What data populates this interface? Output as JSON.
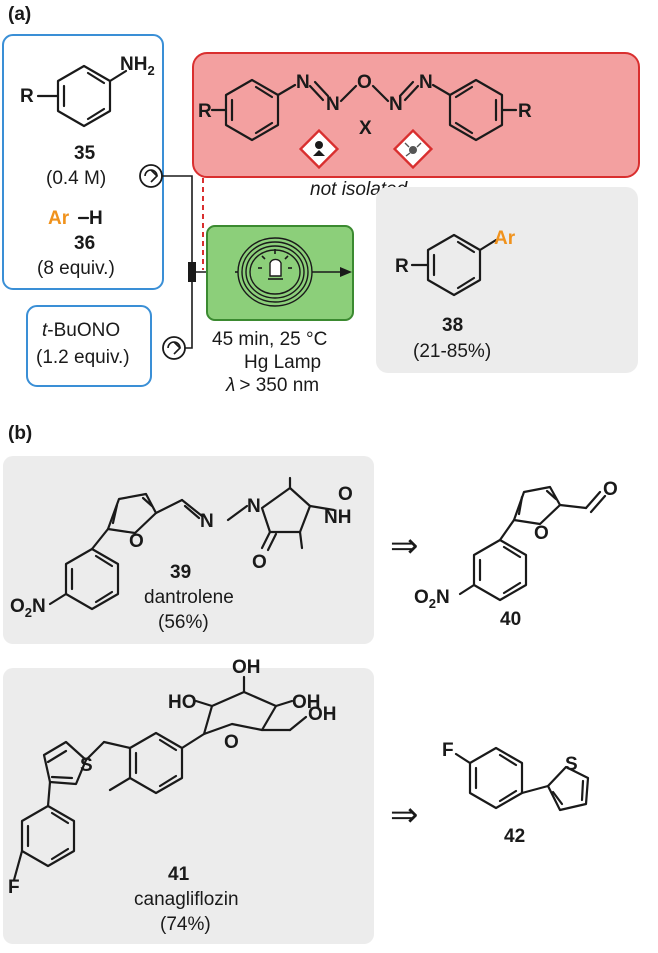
{
  "panel_a": {
    "label": "(a)",
    "reagent_35": {
      "number": "35",
      "conc": "(0.4 M)",
      "nh2": "NH",
      "nh2_sub": "2",
      "r": "R"
    },
    "reagent_36": {
      "ar": "Ar",
      "h": "H",
      "number": "36",
      "equiv": "(8 equiv.)"
    },
    "reagent_tbuono": {
      "t": "t",
      "rest": "-BuONO",
      "equiv": "(1.2 equiv.)"
    },
    "intermediate": {
      "n1": "N",
      "n2": "N",
      "o": "O",
      "n3": "N",
      "n4": "N",
      "r_left": "R",
      "r_right": "R",
      "x": "X",
      "note": "not isolated"
    },
    "conditions": {
      "time_temp": "45 min, 25 °C",
      "lamp": "Hg Lamp",
      "lambda": "λ",
      "wavelength": "> 350 nm"
    },
    "product_38": {
      "number": "38",
      "yield": "(21-85%)",
      "ar": "Ar",
      "r": "R"
    }
  },
  "panel_b": {
    "label": "(b)",
    "compound_39": {
      "number": "39",
      "name": "dantrolene",
      "yield": "(56%)",
      "o_furan": "O",
      "n1": "N",
      "n2": "N",
      "o_top": "O",
      "nh": "NH",
      "o_bottom": "O",
      "no2": "O",
      "no2_sub": "2",
      "no2_n": "N"
    },
    "compound_40": {
      "number": "40",
      "o_furan": "O",
      "o_ald": "O",
      "no2": "O",
      "no2_sub": "2",
      "no2_n": "N"
    },
    "compound_41": {
      "number": "41",
      "name": "canagliflozin",
      "yield": "(74%)",
      "s": "S",
      "f": "F",
      "oh_top": "OH",
      "ho_left": "HO",
      "oh_right": "OH",
      "oh_ch2": "OH",
      "o_ring": "O"
    },
    "compound_42": {
      "number": "42",
      "f": "F",
      "s": "S"
    },
    "arrow": "⇒"
  },
  "colors": {
    "blue_box": "#3a8fd6",
    "red_box_fill": "#f3a0a0",
    "red_box_stroke": "#d92f2f",
    "green_box_fill": "#8ccf7a",
    "green_box_stroke": "#3b8a30",
    "grey_box": "#ececec",
    "orange": "#f0921c"
  }
}
